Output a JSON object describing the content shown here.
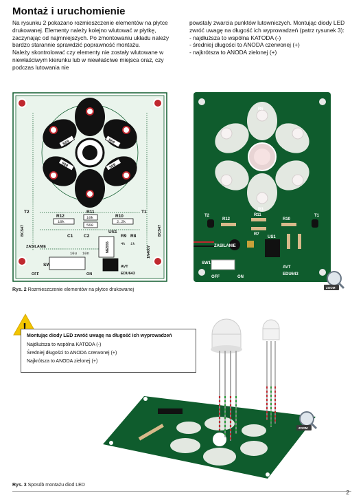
{
  "title": "Montaż i uruchomienie",
  "col1_paragraphs": [
    "Na rysunku 2 pokazano rozmieszczenie elementów na płytce drukowanej. Elementy należy kolejno wlutować w płytkę, zaczynając od najmniejszych. Po zmontowaniu układu należy bardzo starannie sprawdzić poprawność montażu.",
    "Należy skontrolować czy elementy nie zostały wlutowane w niewłaściwym kierunku lub w niewłaściwe miejsca oraz, czy podczas lutowania nie"
  ],
  "col2_intro": "powstały zwarcia punktów lutowniczych. Montując diody LED zwróć uwagę na długość ich wyprowadzeń (patrz rysunek 3):",
  "col2_items": [
    "- najdłuższa to wspólna KATODA (-)",
    "- średniej długości to ANODA czerwonej (+)",
    "- najkrótsza to ANODA zielonej (+)"
  ],
  "pcb": {
    "labels": {
      "r6": "R6",
      "r3": "R3",
      "t1": "T1",
      "t2": "T2",
      "r12": "R12",
      "r11": "R11",
      "r10": "R10",
      "r7": "R7",
      "r12v": "10k",
      "r11v": "10k",
      "r10v": "2.2k",
      "r7v": "560",
      "bc1": "BC547",
      "bc2": "BC547",
      "c1": "C1",
      "c2": "C2",
      "c1v": "10u",
      "c2v": "10n",
      "us1": "US1",
      "ne": "NE555",
      "r9": "R9",
      "r8": "R8",
      "r9v": "4k",
      "r8v": "1k",
      "diode": "1N4007",
      "zas": "ZASILANIE",
      "sw1": "SW1",
      "off": "OFF",
      "on": "ON",
      "avt": "AVT",
      "edu": "EDU643",
      "r560": "560"
    }
  },
  "zoom_label": "ZOOM",
  "caption2_bold": "Rys. 2",
  "caption2_text": " Rozmieszczenie elementów na płytce drukowanej",
  "note_icon": "!",
  "note_head": "Montując diody LED zwróć uwagę na długość ich wyprowadzeń",
  "note_lines": [
    "Najdłuższa to wspólna KATODA (-)",
    "Średniej długości to ANODA czerwonej (+)",
    "Najkrótsza to ANODA zielonej (+)"
  ],
  "caption3_bold": "Rys. 3",
  "caption3_text": " Sposób montażu diod LED",
  "page_number": "2",
  "colors": {
    "pcb_green": "#0f5c2d",
    "pcb_board_light": "#e6f1e6",
    "accent_yellow": "#f2c500"
  }
}
